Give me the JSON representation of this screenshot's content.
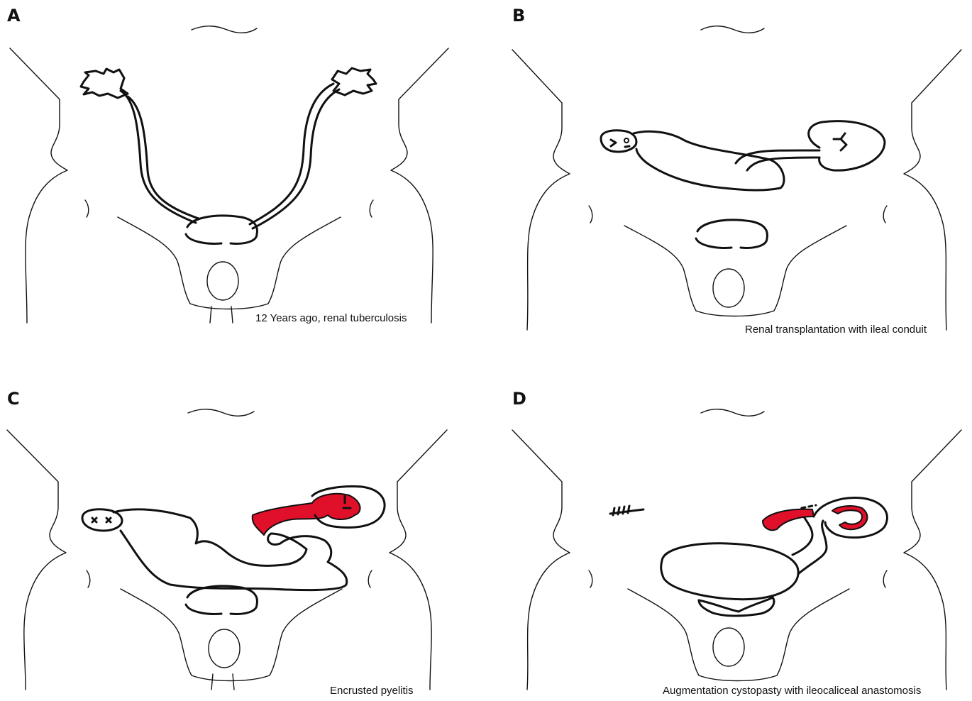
{
  "panels": [
    {
      "letter": "A",
      "caption": "12 Years ago, renal tuberculosis"
    },
    {
      "letter": "B",
      "caption": "Renal transplantation with ileal conduit"
    },
    {
      "letter": "C",
      "caption": "Encrusted pyelitis"
    },
    {
      "letter": "D",
      "caption": "Augmentation cystopasty with ileocaliceal anastomosis"
    }
  ],
  "colors": {
    "outline": "#111111",
    "highlight": "#e0102a",
    "background": "#ffffff"
  }
}
